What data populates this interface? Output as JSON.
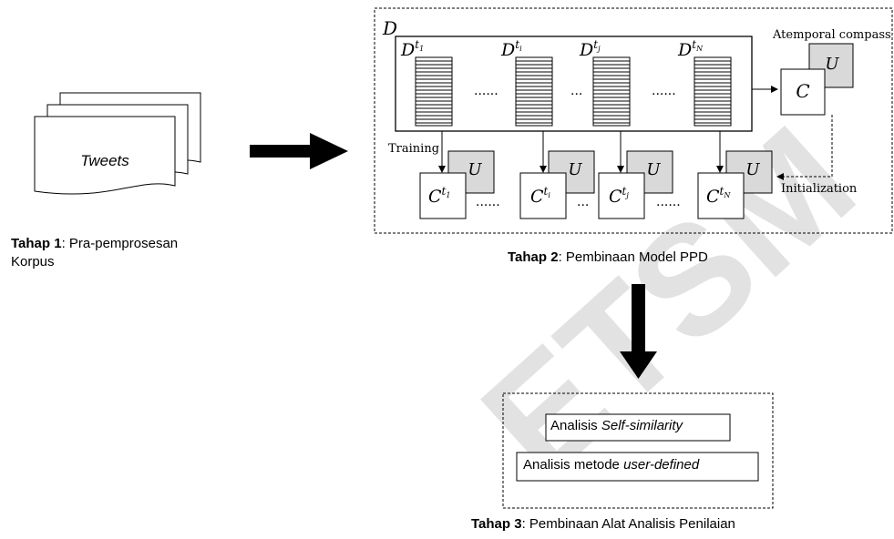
{
  "stage1": {
    "document_label": "Tweets",
    "caption_prefix": "Tahap 1",
    "caption_text": ": Pra-pemprosesan",
    "caption_line2": "Korpus"
  },
  "stage2": {
    "corpus_label": "D",
    "slices": [
      {
        "base": "D",
        "sup": "t",
        "sub": "1"
      },
      {
        "base": "D",
        "sup": "t",
        "sub": "i"
      },
      {
        "base": "D",
        "sup": "t",
        "sub": "j"
      },
      {
        "base": "D",
        "sup": "t",
        "sub": "N"
      }
    ],
    "dots": "......",
    "compass_title": "Atemporal compass",
    "compass_c": "C",
    "compass_u": "U",
    "training_label": "Training",
    "initialization_label": "Initialization",
    "models": [
      {
        "base": "C",
        "sup": "t",
        "sub": "1",
        "u": "U"
      },
      {
        "base": "C",
        "sup": "t",
        "sub": "i",
        "u": "U"
      },
      {
        "base": "C",
        "sup": "t",
        "sub": "j",
        "u": "U"
      },
      {
        "base": "C",
        "sup": "t",
        "sub": "N",
        "u": "U"
      }
    ],
    "caption_prefix": "Tahap 2",
    "caption_text": ": Pembinaan Model PPD"
  },
  "stage3": {
    "box1_text": "Analisis ",
    "box1_italic": "Self-similarity",
    "box2_text": "Analisis metode ",
    "box2_italic": "user-defined",
    "caption_prefix": "Tahap 3",
    "caption_text": ": Pembinaan Alat Analisis Penilaian"
  },
  "watermark": "ETSM",
  "colors": {
    "gray_fill": "#d9d9d9",
    "watermark": "#d9d9d9"
  }
}
